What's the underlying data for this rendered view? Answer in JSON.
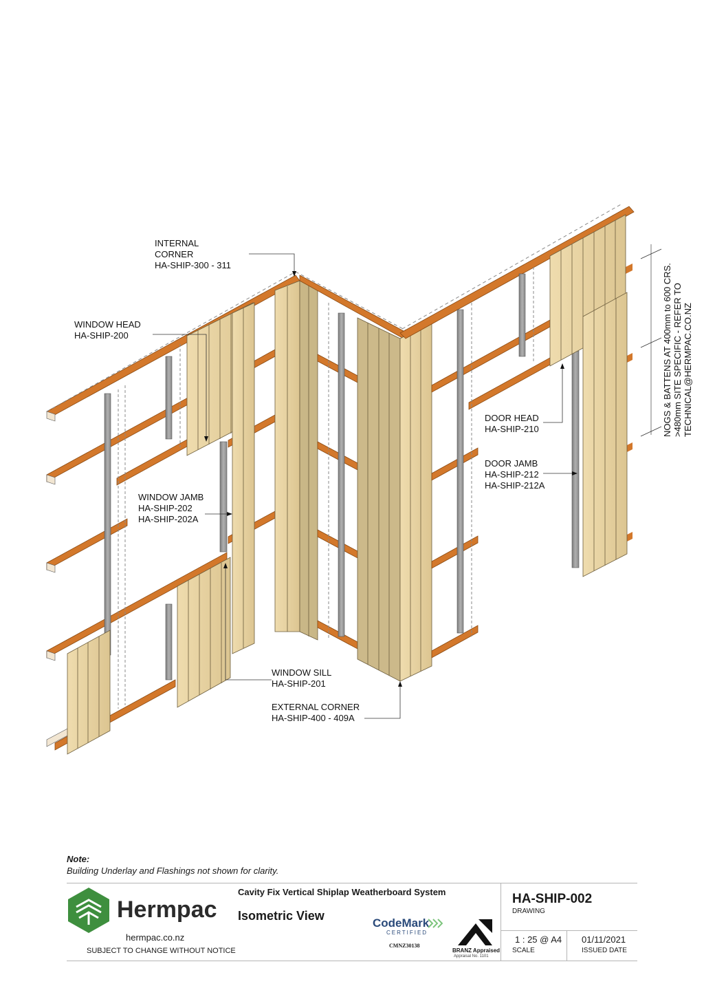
{
  "callouts": {
    "internal_corner": [
      "INTERNAL",
      "CORNER",
      "HA-SHIP-300 - 311"
    ],
    "window_head": [
      "WINDOW HEAD",
      "HA-SHIP-200"
    ],
    "window_jamb": [
      "WINDOW JAMB",
      "HA-SHIP-202",
      "HA-SHIP-202A"
    ],
    "window_sill": [
      "WINDOW SILL",
      "HA-SHIP-201"
    ],
    "external_corner": [
      "EXTERNAL CORNER",
      "HA-SHIP-400 - 409A"
    ],
    "door_head": [
      "DOOR HEAD",
      "HA-SHIP-210"
    ],
    "door_jamb": [
      "DOOR JAMB",
      "HA-SHIP-212",
      "HA-SHIP-212A"
    ],
    "nogs_note": [
      "NOGS & BATTENS AT 400mm to 600 CRS.",
      ">480mm SITE SPECIFIC - REFER TO",
      "TECHNICAL@HERMPAC.CO.NZ"
    ]
  },
  "note": {
    "title": "Note:",
    "text": "Building Underlay and Flashings not shown for clarity."
  },
  "title_block": {
    "company": "Hermpac",
    "website": "hermpac.co.nz",
    "disclaimer": "SUBJECT TO CHANGE WITHOUT NOTICE",
    "system_title": "Cavity Fix Vertical Shiplap Weatherboard System",
    "view_title": "Isometric View",
    "codemark": "CodeMark",
    "codemark_sub": "CERTIFIED",
    "codemark_number": "CMNZ30138",
    "branz": "BRANZ Appraised",
    "branz_sub": "Appraisal No. 1101",
    "drawing_number": "HA-SHIP-002",
    "drawing_label": "DRAWING",
    "scale_value": "1 : 25 @ A4",
    "scale_label": "SCALE",
    "issued_value": "01/11/2021",
    "issued_label": "ISSUED DATE"
  },
  "colors": {
    "timber": "#d3782b",
    "timber_dark": "#a85a1c",
    "cladding": "#e6d2a2",
    "cladding_line": "#6b5c3c",
    "stud": "#9a9a9a",
    "logo_green": "#3e8f3e"
  }
}
